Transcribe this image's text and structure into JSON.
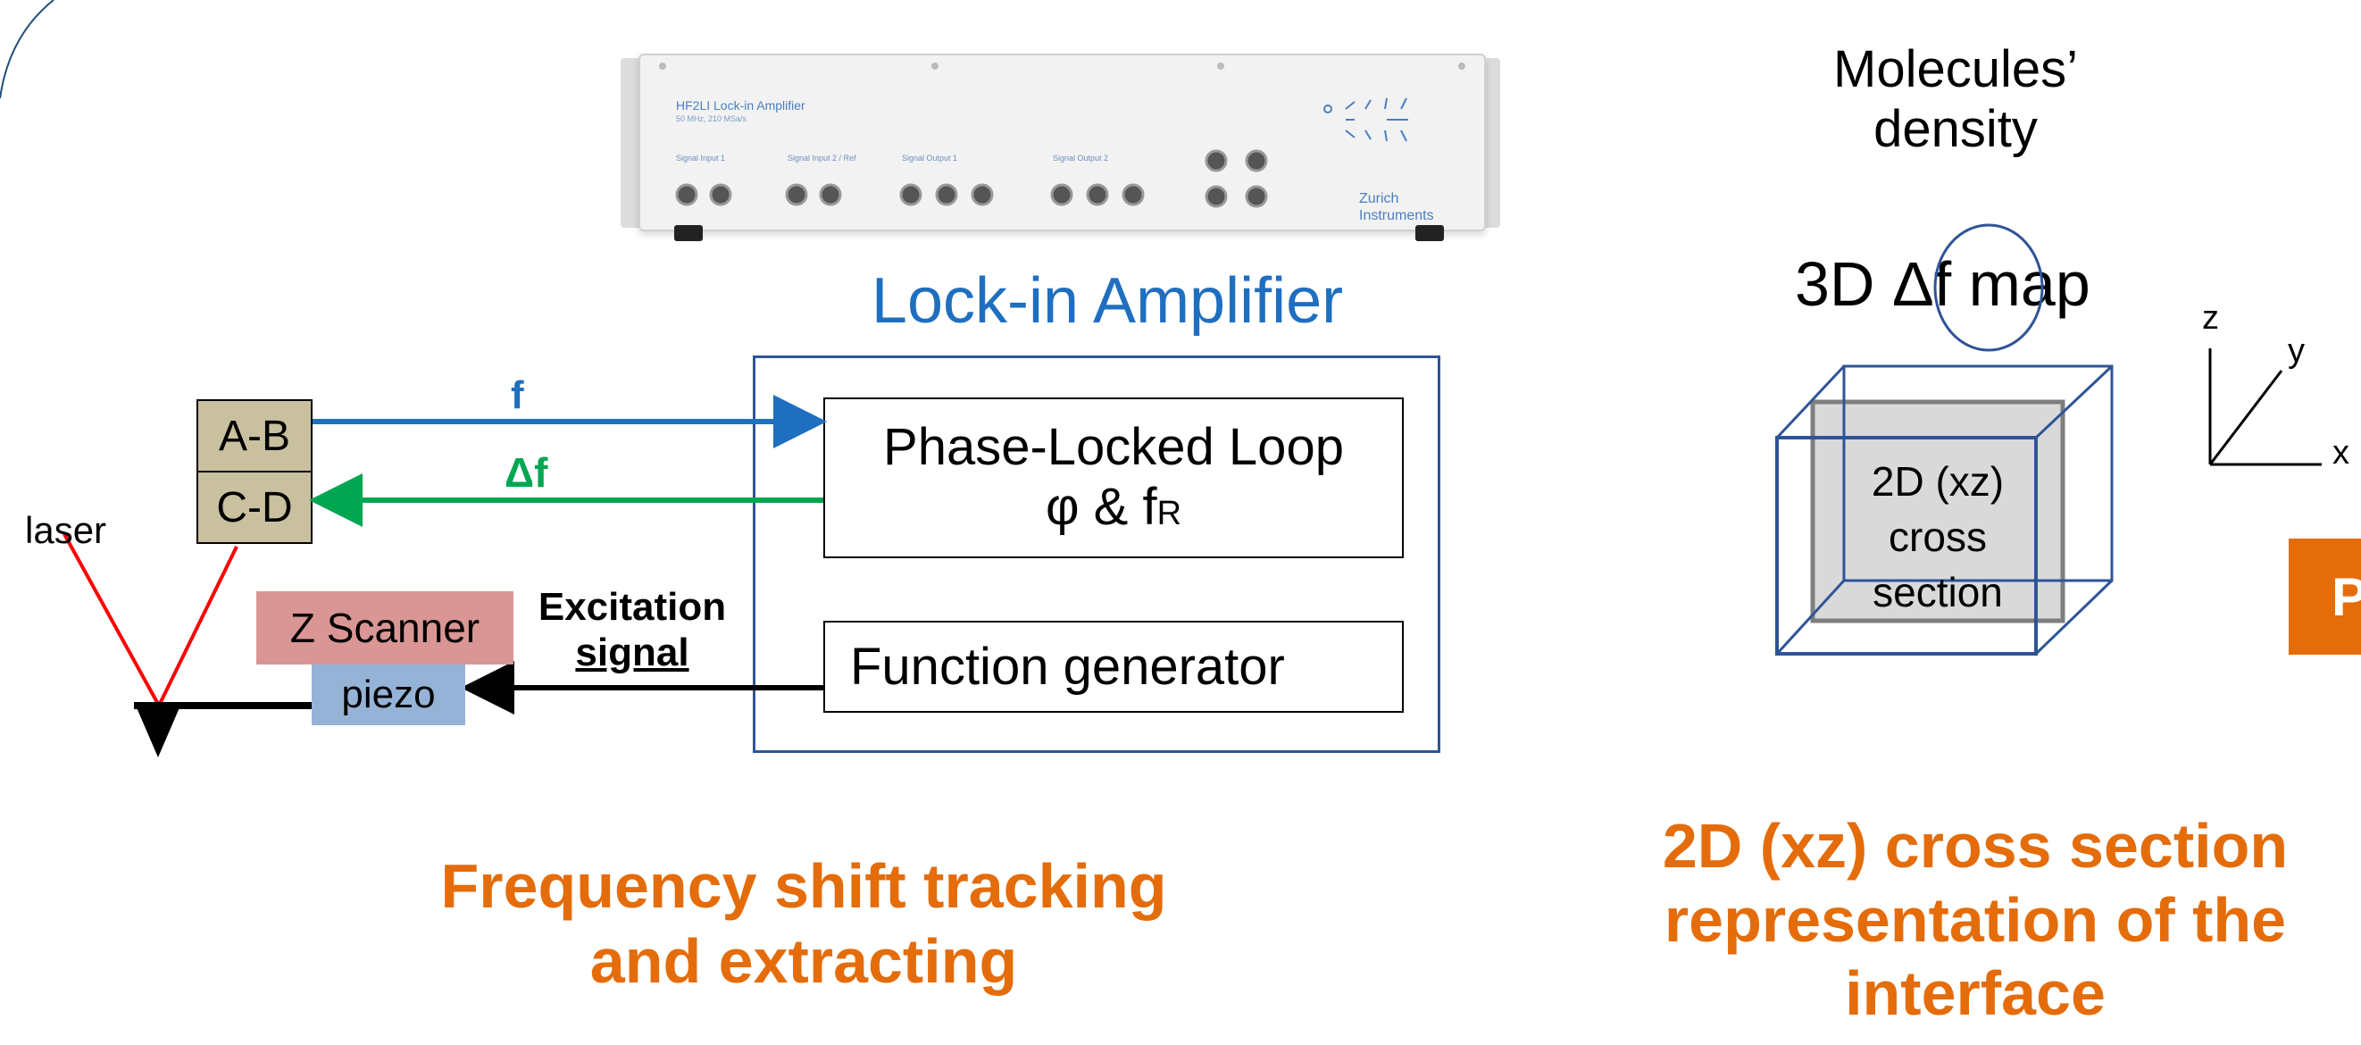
{
  "device": {
    "model": "HF2LI Lock-in Amplifier",
    "spec": "50 MHz, 210 MSa/s",
    "brand_line1": "Zurich",
    "brand_line2": "Instruments",
    "groups": [
      "Signal Input 1",
      "Signal Input 2 / Ref",
      "Signal Output 1",
      "Signal Output 2"
    ]
  },
  "lockin": {
    "title": "Lock-in Amplifier",
    "pll_line1": "Phase-Locked Loop",
    "pll_line2_phi": "φ & f",
    "pll_line2_sub": "R",
    "function_generator": "Function generator"
  },
  "detector": {
    "ab": "A-B",
    "cd": "C-D"
  },
  "signals": {
    "f": "f",
    "df": "Δf",
    "excitation_line1": "Excitation",
    "excitation_line2": "signal"
  },
  "left_parts": {
    "laser": "laser",
    "z_scanner": "Z Scanner",
    "piezo": "piezo"
  },
  "captions": {
    "left_line1": "Frequency shift tracking",
    "left_line2": "and extracting",
    "right_line1": "2D (xz) cross section",
    "right_line2": "representation of the",
    "right_line3": "interface"
  },
  "map": {
    "molecules_line1": "Molecules’",
    "molecules_line2": "density",
    "title_prefix": "3D",
    "title_delta": "Δf",
    "title_suffix": "map",
    "section_line1": "2D (xz)",
    "section_line2": "cross",
    "section_line3": "section"
  },
  "axes": {
    "x": "x",
    "y": "y",
    "z": "z"
  },
  "orange_tab_text": "P",
  "colors": {
    "blue": "#1F6FC0",
    "green": "#00A651",
    "orange": "#E46C0A",
    "detector_fill": "#C9C0A0",
    "scanner_fill": "#D99694",
    "piezo_fill": "#95B3D7",
    "frame_blue": "#2F5496",
    "device_panel": "#F2F2F2"
  }
}
